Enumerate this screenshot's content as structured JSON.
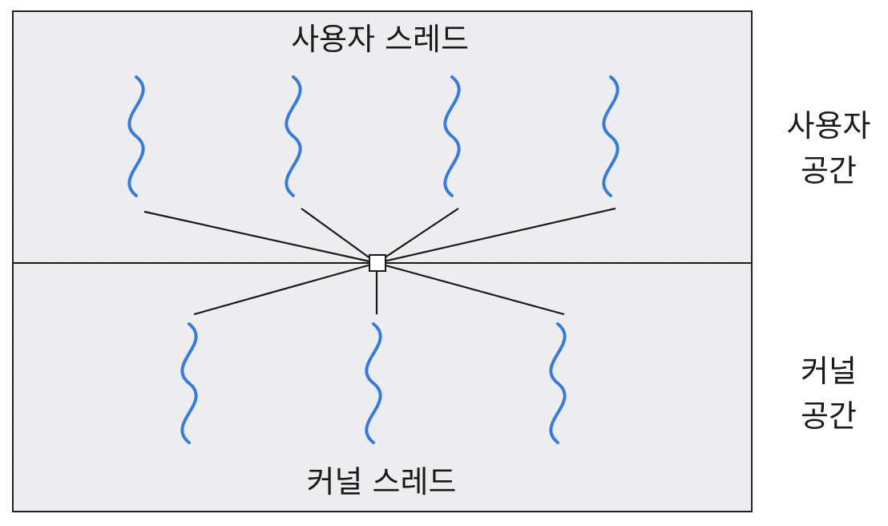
{
  "diagram": {
    "user_threads_label": "사용자 스레드",
    "kernel_threads_label": "커널 스레드",
    "user_space_label": [
      "사용자",
      "공간"
    ],
    "kernel_space_label": [
      "커널",
      "공간"
    ]
  },
  "colors": {
    "thread": "#3a7bd5",
    "background": "#eeeff1",
    "border": "#222222",
    "line": "#1a1a1a"
  },
  "icons": {
    "thread": "wavy-thread-icon",
    "mapper": "square-node-icon"
  }
}
